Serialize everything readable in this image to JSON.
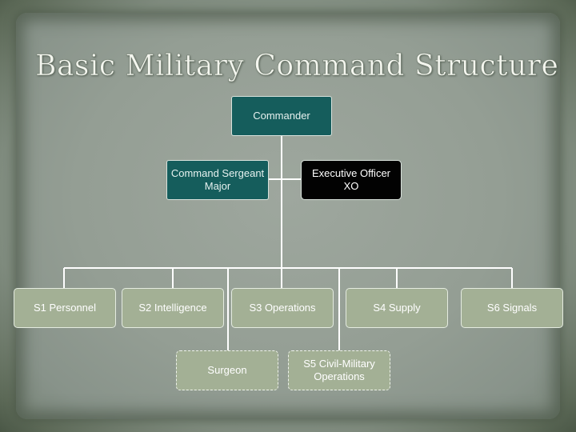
{
  "title": "Basic Military Command Structure",
  "nodes": {
    "commander": "Commander",
    "command_sergeant_major": "Command Sergeant Major",
    "executive_officer": "Executive Officer XO",
    "s1": "S1 Personnel",
    "s2": "S2 Intelligence",
    "s3": "S3 Operations",
    "s4": "S4 Supply",
    "s6": "S6 Signals",
    "surgeon": "Surgeon",
    "s5": "S5 Civil-Military Operations"
  },
  "colors": {
    "teal_box": "#155d5c",
    "black_box": "#020202",
    "green_box": "#a3b095",
    "connector": "#ffffff"
  }
}
